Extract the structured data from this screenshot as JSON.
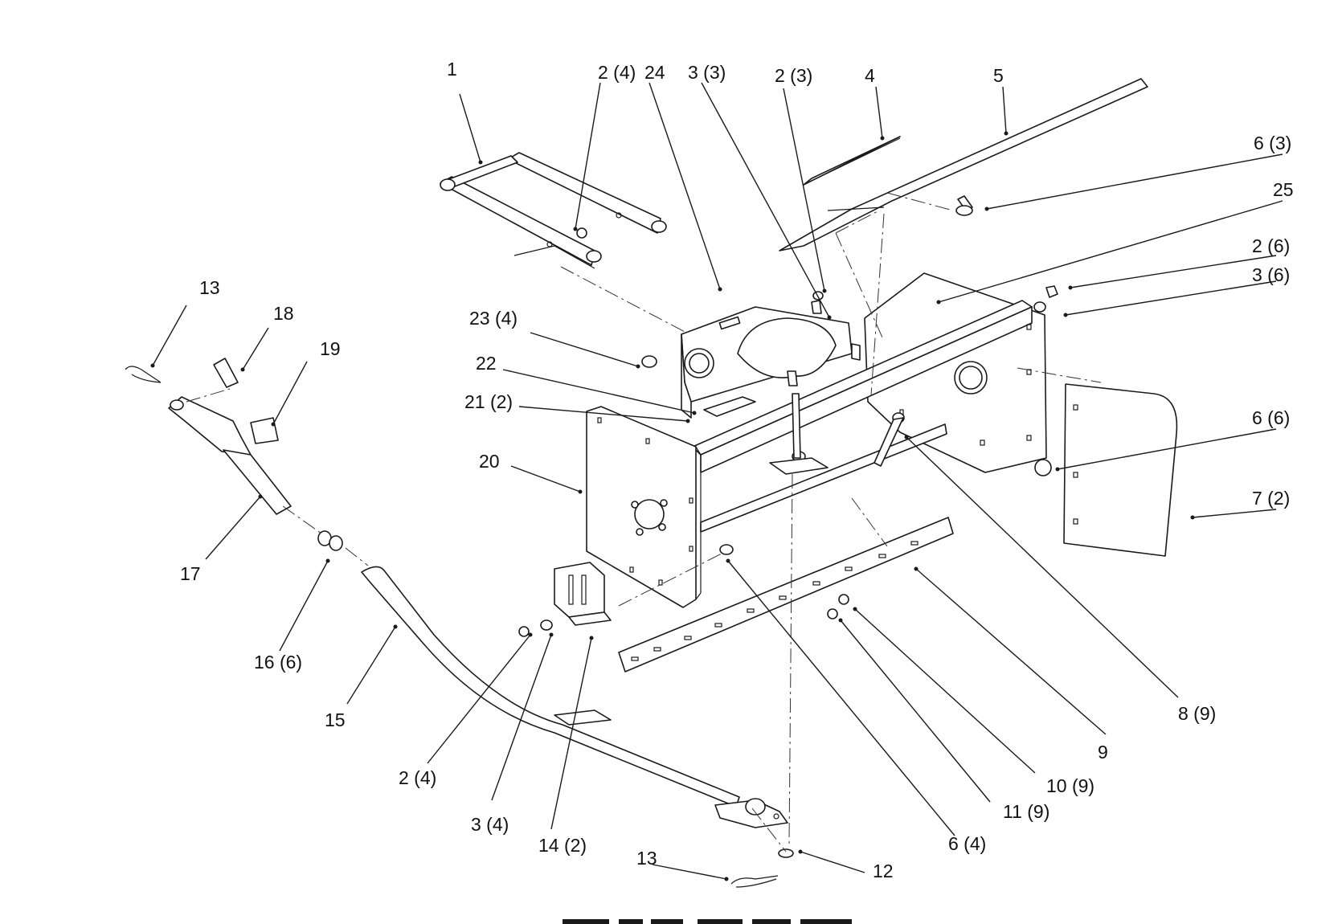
{
  "diagram": {
    "callouts": [
      {
        "id": "c1",
        "text": "1"
      },
      {
        "id": "c2a",
        "text": "2 (4)"
      },
      {
        "id": "c24",
        "text": "24"
      },
      {
        "id": "c3a",
        "text": "3 (3)"
      },
      {
        "id": "c2b",
        "text": "2 (3)"
      },
      {
        "id": "c4",
        "text": "4"
      },
      {
        "id": "c5",
        "text": "5"
      },
      {
        "id": "c6a",
        "text": "6 (3)"
      },
      {
        "id": "c25",
        "text": "25"
      },
      {
        "id": "c2c",
        "text": "2 (6)"
      },
      {
        "id": "c3b",
        "text": "3 (6)"
      },
      {
        "id": "c6b",
        "text": "6 (6)"
      },
      {
        "id": "c7",
        "text": "7 (2)"
      },
      {
        "id": "c13a",
        "text": "13"
      },
      {
        "id": "c18",
        "text": "18"
      },
      {
        "id": "c19",
        "text": "19"
      },
      {
        "id": "c23",
        "text": "23 (4)"
      },
      {
        "id": "c22",
        "text": "22"
      },
      {
        "id": "c21",
        "text": "21 (2)"
      },
      {
        "id": "c20",
        "text": "20"
      },
      {
        "id": "c17",
        "text": "17"
      },
      {
        "id": "c16",
        "text": "16 (6)"
      },
      {
        "id": "c15",
        "text": "15"
      },
      {
        "id": "c2d",
        "text": "2 (4)"
      },
      {
        "id": "c3c",
        "text": "3 (4)"
      },
      {
        "id": "c14",
        "text": "14 (2)"
      },
      {
        "id": "c13b",
        "text": "13"
      },
      {
        "id": "c12",
        "text": "12"
      },
      {
        "id": "c6c",
        "text": "6 (4)"
      },
      {
        "id": "c11",
        "text": "11 (9)"
      },
      {
        "id": "c10",
        "text": "10 (9)"
      },
      {
        "id": "c9",
        "text": "9"
      },
      {
        "id": "c8",
        "text": "8 (9)"
      }
    ]
  }
}
